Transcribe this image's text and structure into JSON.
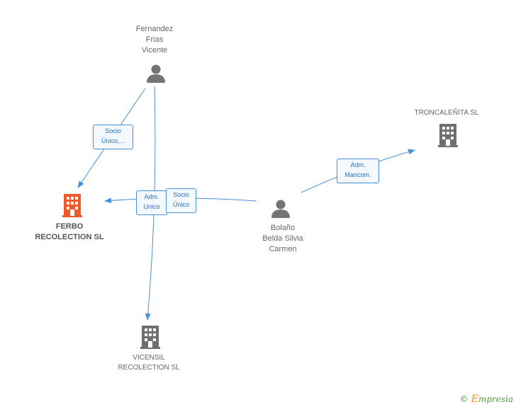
{
  "nodes": {
    "fernandez": {
      "label": "Fernandez\nFrias\nVicente",
      "icon": "person-icon"
    },
    "bolano": {
      "label": "Bolaño\nBelda Silvia\nCarmen",
      "icon": "person-icon"
    },
    "ferbo": {
      "label": "FERBO\nRECOLECTION SL",
      "icon": "building-icon",
      "highlight": true
    },
    "troncalenita": {
      "label": "TRONCALEÑITA SL",
      "icon": "building-icon"
    },
    "vicensil": {
      "label": "VICENSIL\nRECOLECTION SL",
      "icon": "building-icon"
    }
  },
  "edges": {
    "fernandez_ferbo": {
      "label": "Socio\nÚnico,..."
    },
    "fernandez_vicensil": {
      "label": "Adm.\nUnico"
    },
    "bolano_ferbo": {
      "label": "Socio\nÚnico"
    },
    "bolano_troncalenita": {
      "label": "Adm.\nMancom."
    }
  },
  "colors": {
    "edge": "#4a90d9",
    "person": "#757575",
    "building": "#6f6f6f",
    "highlight": "#f05a28"
  },
  "footer": {
    "copyright": "©",
    "brand_initial": "E",
    "brand_rest": "mpresia"
  }
}
